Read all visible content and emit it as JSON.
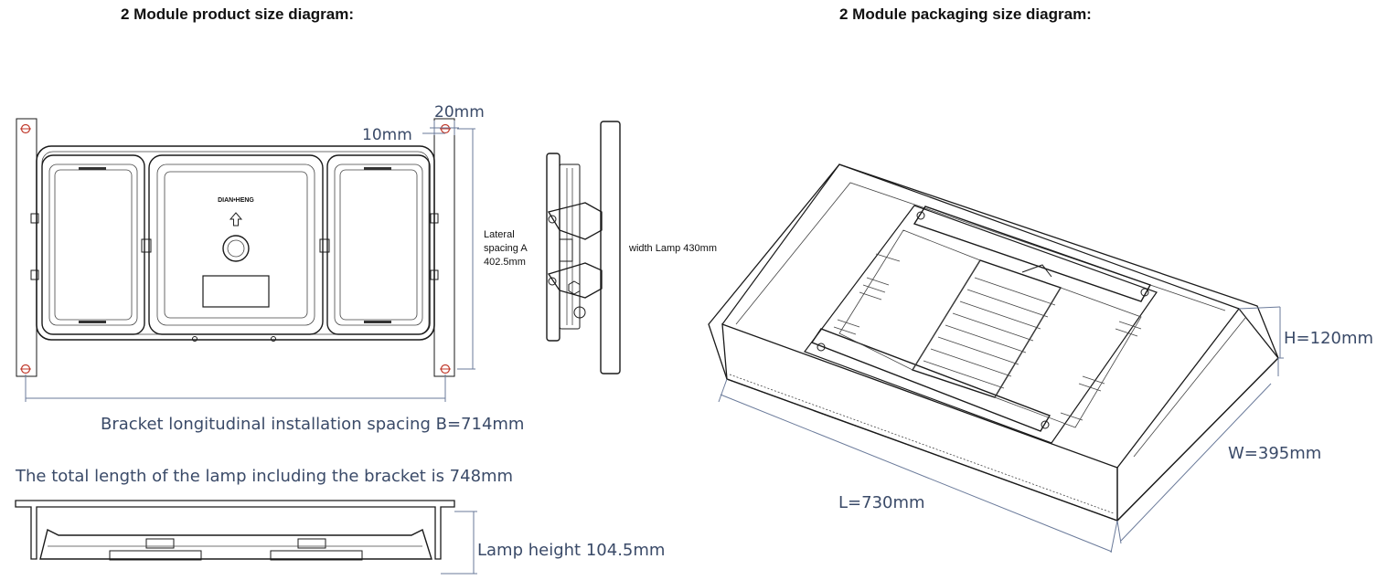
{
  "titles": {
    "product": "2 Module product size diagram:",
    "packaging": "2 Module packaging size diagram:"
  },
  "product": {
    "dim_20mm": "20mm",
    "dim_10mm": "10mm",
    "brand": "DIAN•HENG",
    "lateral_line1": "Lateral",
    "lateral_line2": "spacing A",
    "lateral_line3": "402.5mm",
    "width_lamp": "width Lamp 430mm",
    "bracket_spacing": "Bracket longitudinal installation spacing B=714mm",
    "total_length": "The total length of the lamp including the bracket is 748mm",
    "lamp_height": "Lamp height 104.5mm"
  },
  "packaging": {
    "height": "H=120mm",
    "width": "W=395mm",
    "length": "L=730mm"
  }
}
